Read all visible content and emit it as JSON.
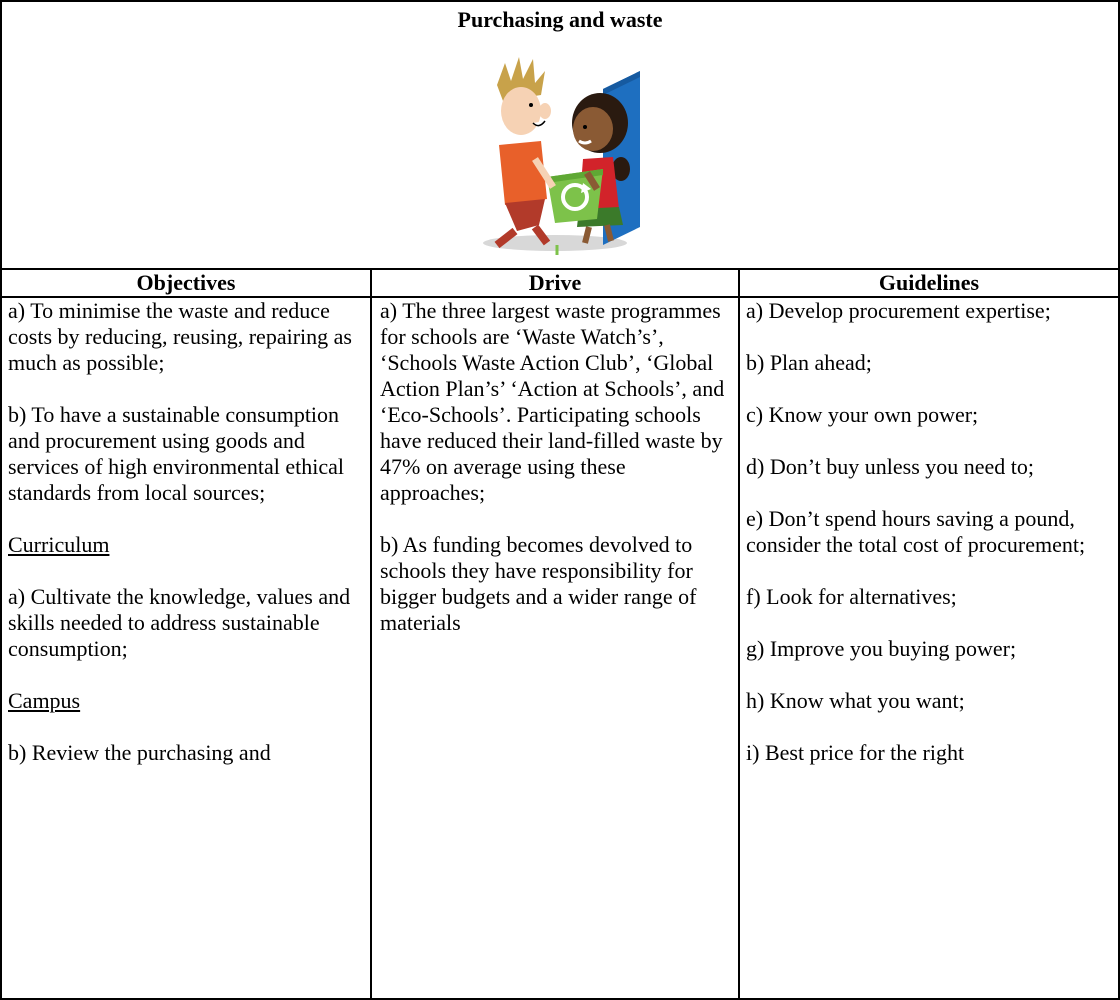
{
  "title": "Purchasing and waste",
  "illustration": {
    "icon": "recycling-kids-illustration",
    "colors": {
      "boy_shirt": "#e8602a",
      "bin_green": "#7dc24a",
      "door_blue": "#1e6fc0",
      "girl_skin": "#8a5a34",
      "girl_top": "#d2232a",
      "shadow": "#d8d8d8"
    }
  },
  "headers": {
    "objectives": "Objectives",
    "drive": "Drive",
    "guidelines": "Guidelines"
  },
  "objectives": {
    "p1": "a) To minimise the waste and reduce costs by reducing, reusing, repairing as much as possible;",
    "p2": "b) To have a sustainable consumption and procurement using goods and services of high environmental ethical standards from local sources;",
    "curriculum_heading": "Curriculum",
    "p3": "a) Cultivate the knowledge, values and skills needed to address sustainable consumption;",
    "campus_heading": "Campus",
    "p4": "b) Review the purchasing and"
  },
  "drive": {
    "p1": "a) The three largest waste programmes for schools are ‘Waste Watch’s’, ‘Schools Waste Action Club’, ‘Global Action Plan’s’ ‘Action at Schools’, and ‘Eco-Schools’. Participating schools have reduced their land-filled waste by 47% on average using these approaches;",
    "p2": "b) As funding becomes devolved to schools they have responsibility for bigger budgets and a wider range of materials"
  },
  "guidelines": {
    "a": "a) Develop procurement expertise;",
    "b": "b) Plan ahead;",
    "c": "c) Know your own power;",
    "d": "d) Don’t buy unless you need to;",
    "e": "e) Don’t spend hours saving a pound, consider the total cost of procurement;",
    "f": "f) Look for alternatives;",
    "g": "g) Improve you buying power;",
    "h": "h) Know what you want;",
    "i": "i) Best price for the right"
  }
}
